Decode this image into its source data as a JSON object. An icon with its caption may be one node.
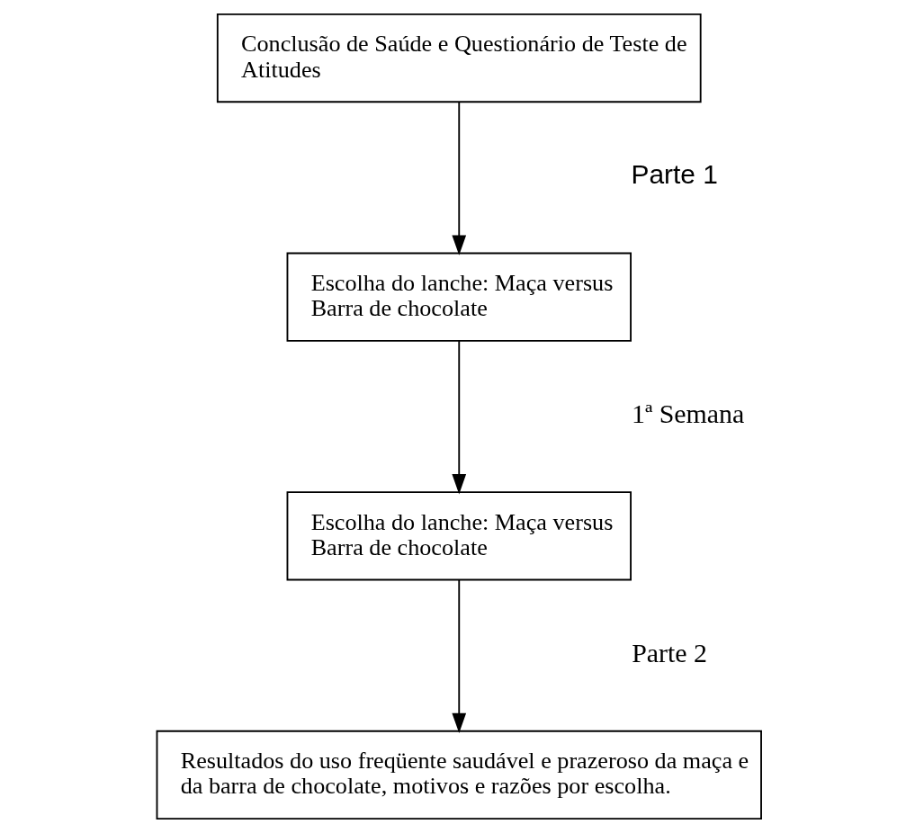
{
  "diagram": {
    "nodes": [
      {
        "text": [
          "Conclusão de Saúde e Questionário de Teste de Atitudes"
        ]
      },
      {
        "text": [
          "Escolha do lanche: Maça versus Barra de chocolate"
        ]
      },
      {
        "text": [
          "Escolha do lanche: Maça versus Barra de chocolate"
        ]
      },
      {
        "text": [
          "Resultados do uso freqüente saudável e prazeroso da maça e da barra de chocolate, motivos e razões por escolha."
        ]
      }
    ],
    "edges": [
      {
        "from": 0,
        "to": 1,
        "arrow": "to"
      },
      {
        "from": 1,
        "to": 2,
        "arrow": "to"
      },
      {
        "from": 2,
        "to": 3,
        "arrow": "to"
      }
    ],
    "labels": [
      "Parte 1",
      "1ª Semana",
      "Parte 2"
    ]
  }
}
